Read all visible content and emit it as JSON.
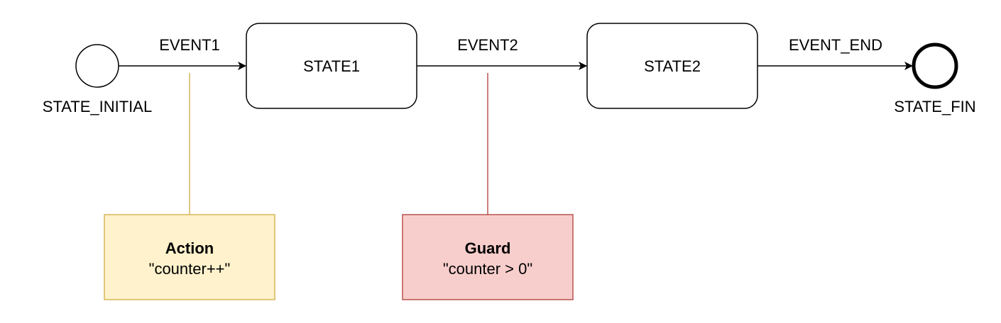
{
  "diagram": {
    "initial_state": {
      "label": "STATE_INITIAL"
    },
    "final_state": {
      "label": "STATE_FIN"
    },
    "states": [
      {
        "label": "STATE1"
      },
      {
        "label": "STATE2"
      }
    ],
    "transitions": [
      {
        "label": "EVENT1",
        "from": "STATE_INITIAL",
        "to": "STATE1"
      },
      {
        "label": "EVENT2",
        "from": "STATE1",
        "to": "STATE2"
      },
      {
        "label": "EVENT_END",
        "from": "STATE2",
        "to": "STATE_FIN"
      }
    ],
    "notes": [
      {
        "title": "Action",
        "text": "\"counter++\"",
        "attached_to": "EVENT1",
        "fill": "#fff2cc",
        "stroke": "#d6b656"
      },
      {
        "title": "Guard",
        "text": "\"counter > 0\"",
        "attached_to": "EVENT2",
        "fill": "#f8cecc",
        "stroke": "#b85450"
      }
    ]
  }
}
